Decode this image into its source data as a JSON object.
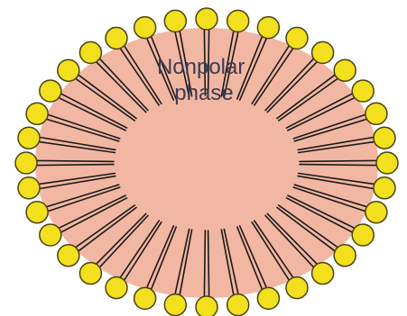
{
  "diagram": {
    "label_line1": "Nonpolar",
    "label_line2": "phase",
    "colors": {
      "background": "#ffffff",
      "core": "#f2b7a2",
      "tail": "#1a1a1a",
      "head_fill": "#f2df1e",
      "head_stroke": "#4a4410",
      "label": "#3b3b55"
    },
    "heads": 36
  }
}
